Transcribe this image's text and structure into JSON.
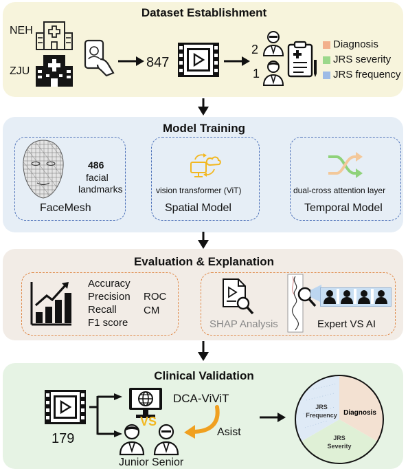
{
  "panels": {
    "dataset": {
      "title": "Dataset Establishment",
      "hospital_1": "NEH",
      "hospital_2": "ZJU",
      "video_count": "847",
      "rater_count_senior": "2",
      "rater_count_junior": "1",
      "legend": [
        {
          "label": "Diagnosis",
          "color": "#f2b08c"
        },
        {
          "label": "JRS severity",
          "color": "#9bd88b"
        },
        {
          "label": "JRS frequency",
          "color": "#9dbbe6"
        }
      ]
    },
    "training": {
      "title": "Model Training",
      "facemesh": {
        "count": "486",
        "text_1": "facial",
        "text_2": "landmarks",
        "caption": "FaceMesh"
      },
      "spatial": {
        "text": "vision transformer  (ViT)",
        "caption": "Spatial Model"
      },
      "temporal": {
        "text": "dual-cross attention layer",
        "caption": "Temporal Model"
      }
    },
    "evaluation": {
      "title": "Evaluation & Explanation",
      "metrics_left": [
        "Accuracy",
        "Precision",
        "Recall",
        "F1 score"
      ],
      "metrics_right": [
        "ROC",
        "CM"
      ],
      "shap_caption": "SHAP Analysis",
      "expert_caption": "Expert VS AI"
    },
    "validation": {
      "title": "Clinical Validation",
      "video_count": "179",
      "model_name": "DCA-ViViT",
      "vs": "VS",
      "assist": "Asist",
      "junior": "Junior",
      "senior": "Senior",
      "pie": {
        "slices": [
          {
            "label_1": "Diagnosis",
            "label_2": "",
            "color": "#f3e1d2"
          },
          {
            "label_1": "JRS",
            "label_2": "Severity",
            "color": "#dff0d6"
          },
          {
            "label_1": "JRS",
            "label_2": "Frequency",
            "color": "#dfeaf6"
          }
        ]
      }
    }
  },
  "colors": {
    "accent_yellow": "#f2b71f",
    "accent_orange": "#f0a020",
    "accent_green": "#8fd27a"
  }
}
